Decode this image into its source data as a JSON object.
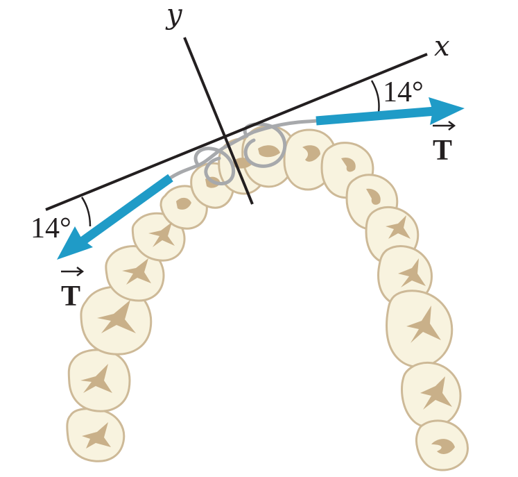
{
  "diagram": {
    "axes": {
      "x_label": "x",
      "y_label": "y"
    },
    "angles": {
      "right": "14°",
      "left": "14°"
    },
    "forces": {
      "right_label": "T",
      "left_label": "T"
    },
    "colors": {
      "axis": "#231f20",
      "tension_arrow": "#1f9bc7",
      "wire": "#a7a9ac",
      "tooth_fill": "#f8f3df",
      "tooth_outline": "#cdb997",
      "tooth_mark": "#c9b089"
    }
  }
}
